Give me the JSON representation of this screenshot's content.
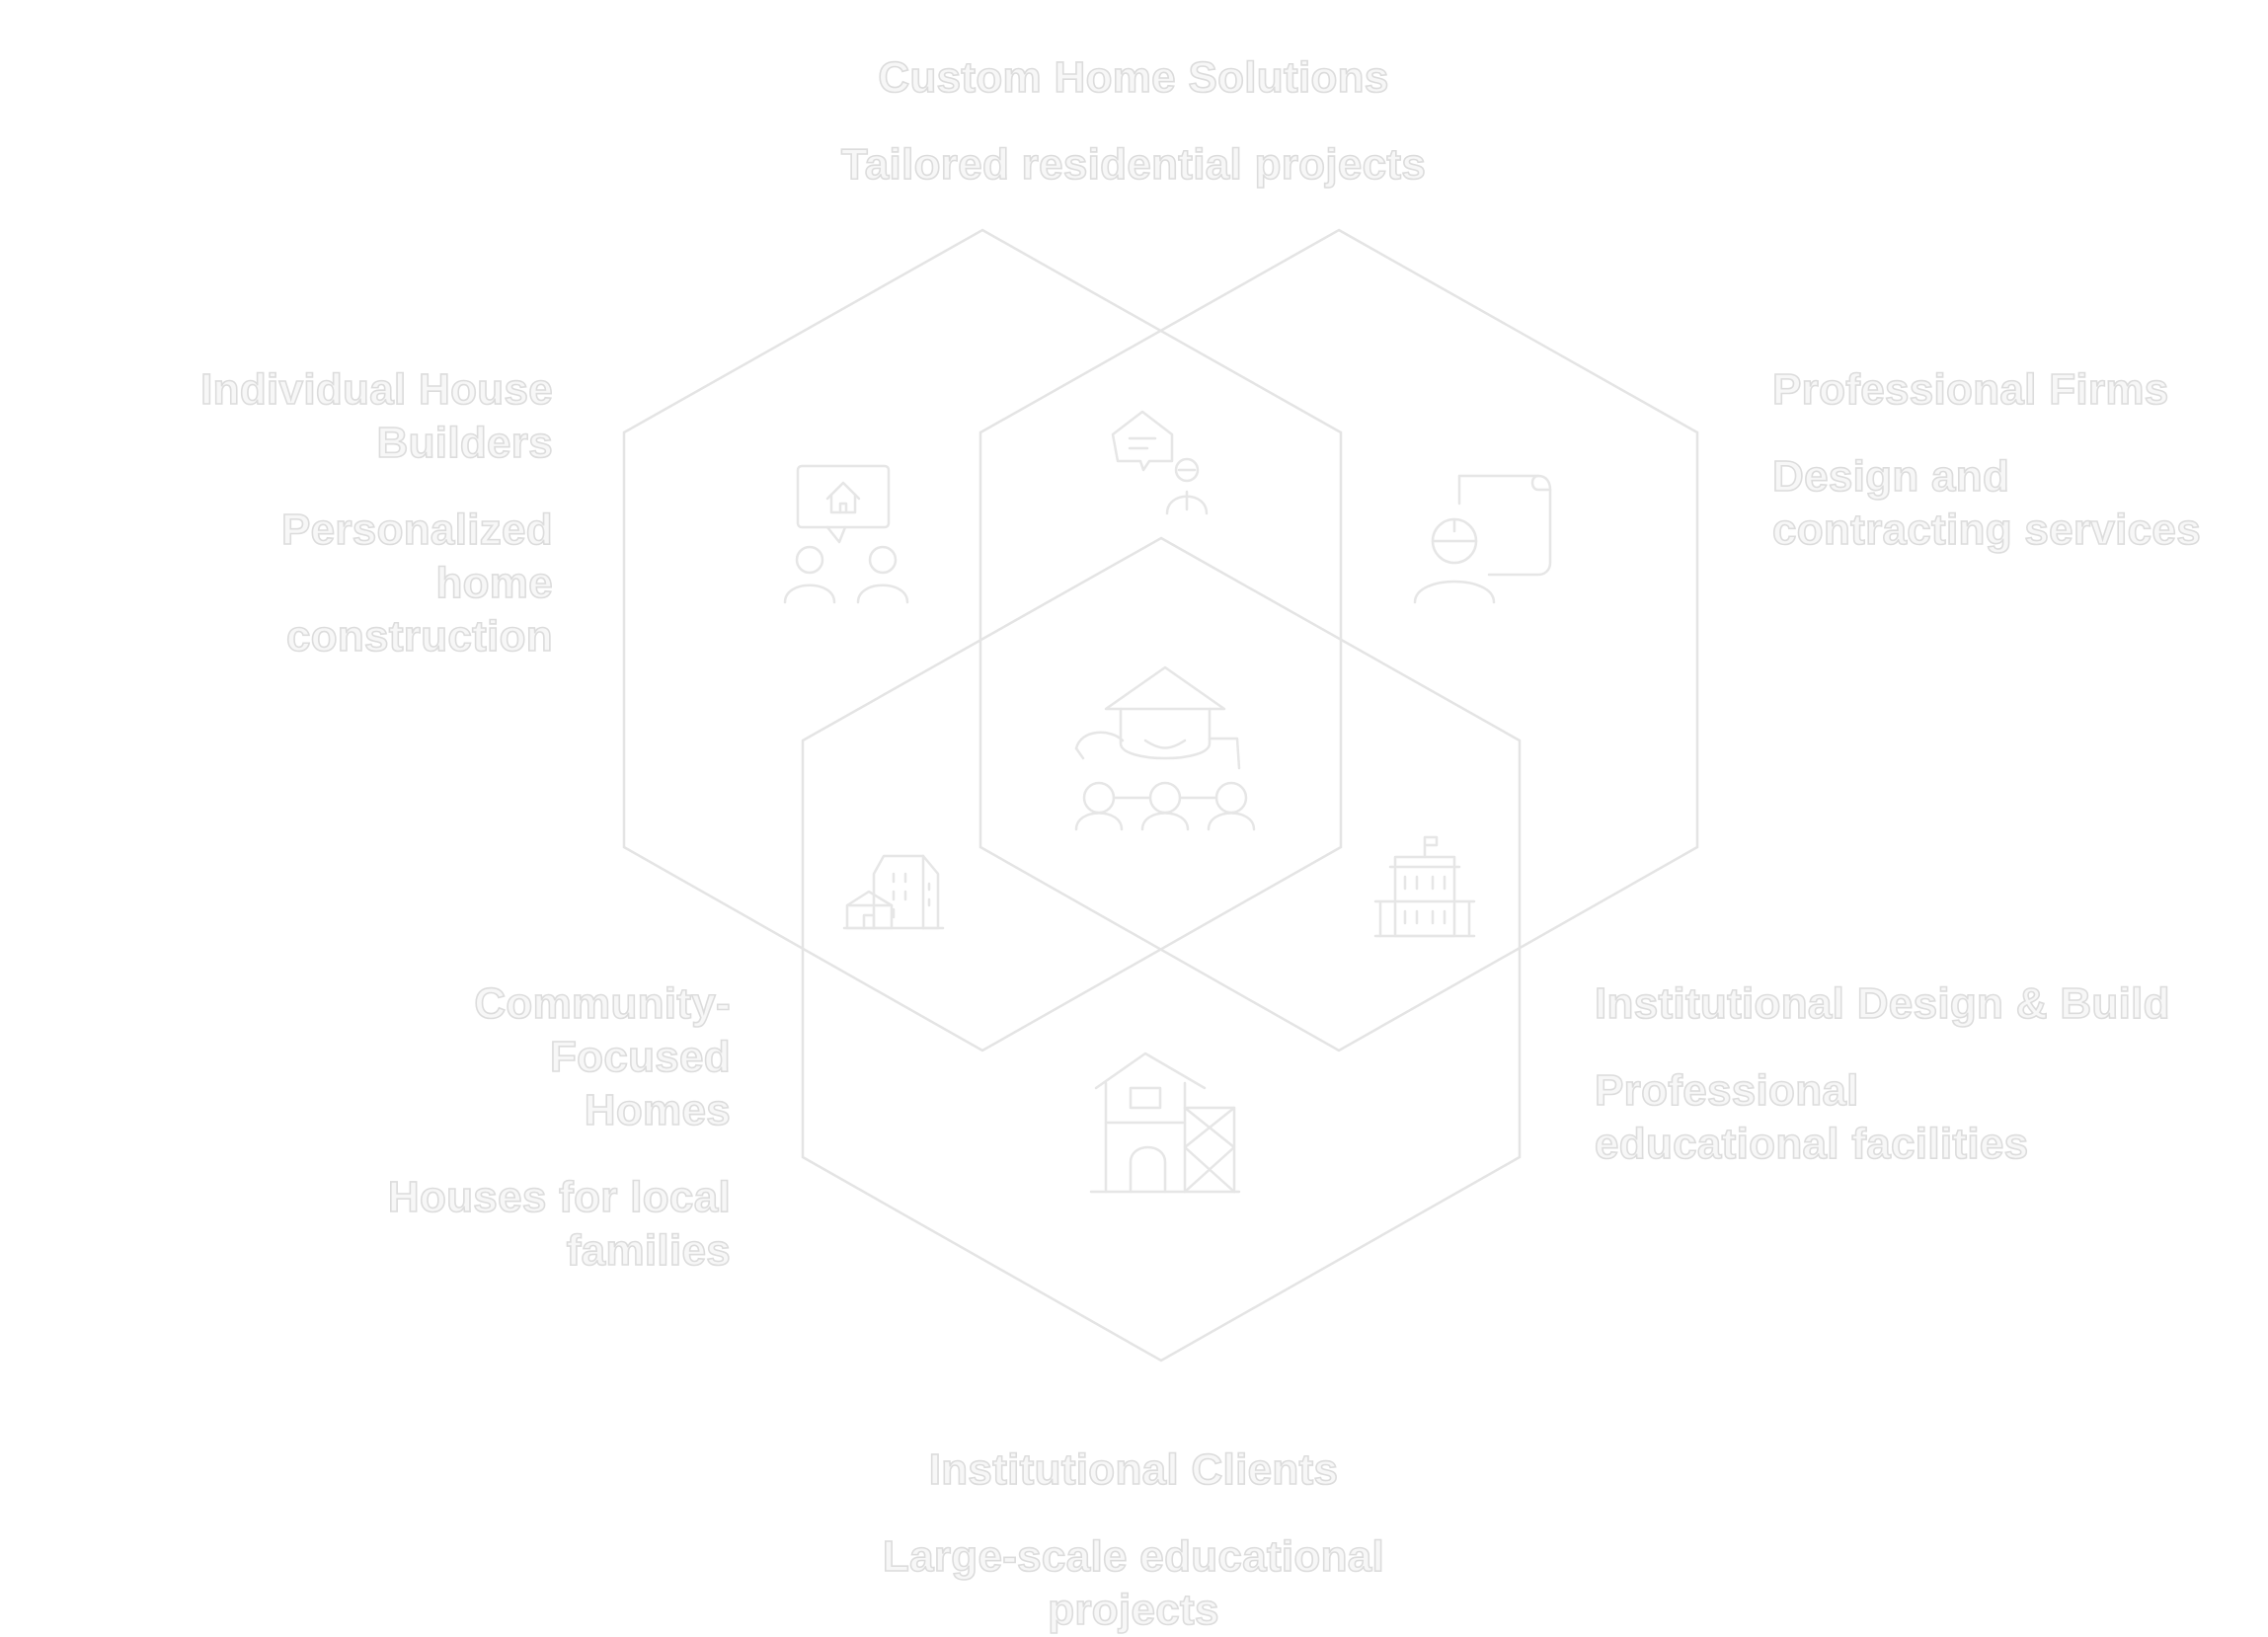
{
  "outer_labels": {
    "top": {
      "title": "Custom Home Solutions",
      "subtitle": "Tailored residential projects"
    },
    "upper_left": {
      "title": "Individual House Builders",
      "subtitle": "Personalized home construction"
    },
    "upper_right": {
      "title": "Professional Firms",
      "subtitle": "Design and contracting services"
    },
    "lower_left": {
      "title": "Community-Focused Homes",
      "subtitle": "Houses for local families"
    },
    "lower_right": {
      "title": "Institutional Design & Build",
      "subtitle": "Professional educational facilities"
    },
    "bottom": {
      "title": "Institutional Clients",
      "subtitle": "Large-scale educational projects"
    }
  },
  "icons": {
    "upper_left_region": "house-consultation-icon",
    "top_overlap": "home-advisor-icon",
    "upper_right_region": "architect-blueprint-icon",
    "center": "collaborative-team-icon",
    "lower_left_overlap": "community-buildings-icon",
    "lower_right_overlap": "school-building-icon",
    "bottom_region": "construction-scaffold-icon"
  },
  "colors": {
    "outline": "#e4e4e4",
    "text_fill": "#f7f7f7",
    "text_stroke": "#dcdcdc",
    "background": "#ffffff"
  }
}
